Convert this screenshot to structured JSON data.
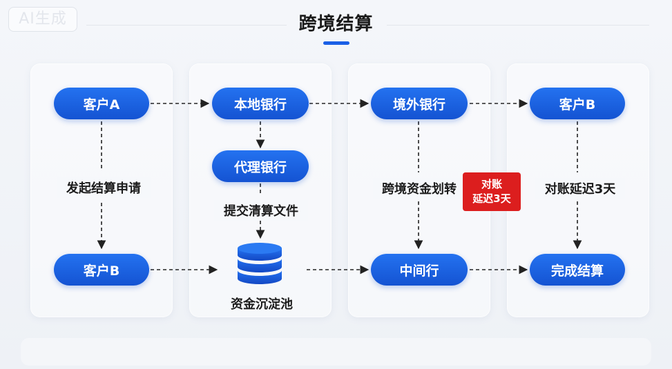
{
  "badge": {
    "text": "AI生成"
  },
  "title": "跨境结算",
  "nodes": {
    "client_a": "客户A",
    "client_b_left": "客户B",
    "local_bank": "本地银行",
    "agent_bank": "代理银行",
    "overseas_bank": "境外银行",
    "intermediary": "中间行",
    "client_b_right": "客户B",
    "complete": "完成结算"
  },
  "labels": {
    "initiate": "发起结算申请",
    "submit": "提交清算文件",
    "pool": "资金沉淀池",
    "transfer": "跨境资金划转",
    "delay_right": "对账延迟3天"
  },
  "alert": {
    "line1": "对账",
    "line2": "延迟3天"
  },
  "colors": {
    "node_blue": "#1a5fe6",
    "alert_red": "#dc1e1e",
    "edge": "#222222"
  },
  "icons": {
    "pool": "database-icon"
  }
}
